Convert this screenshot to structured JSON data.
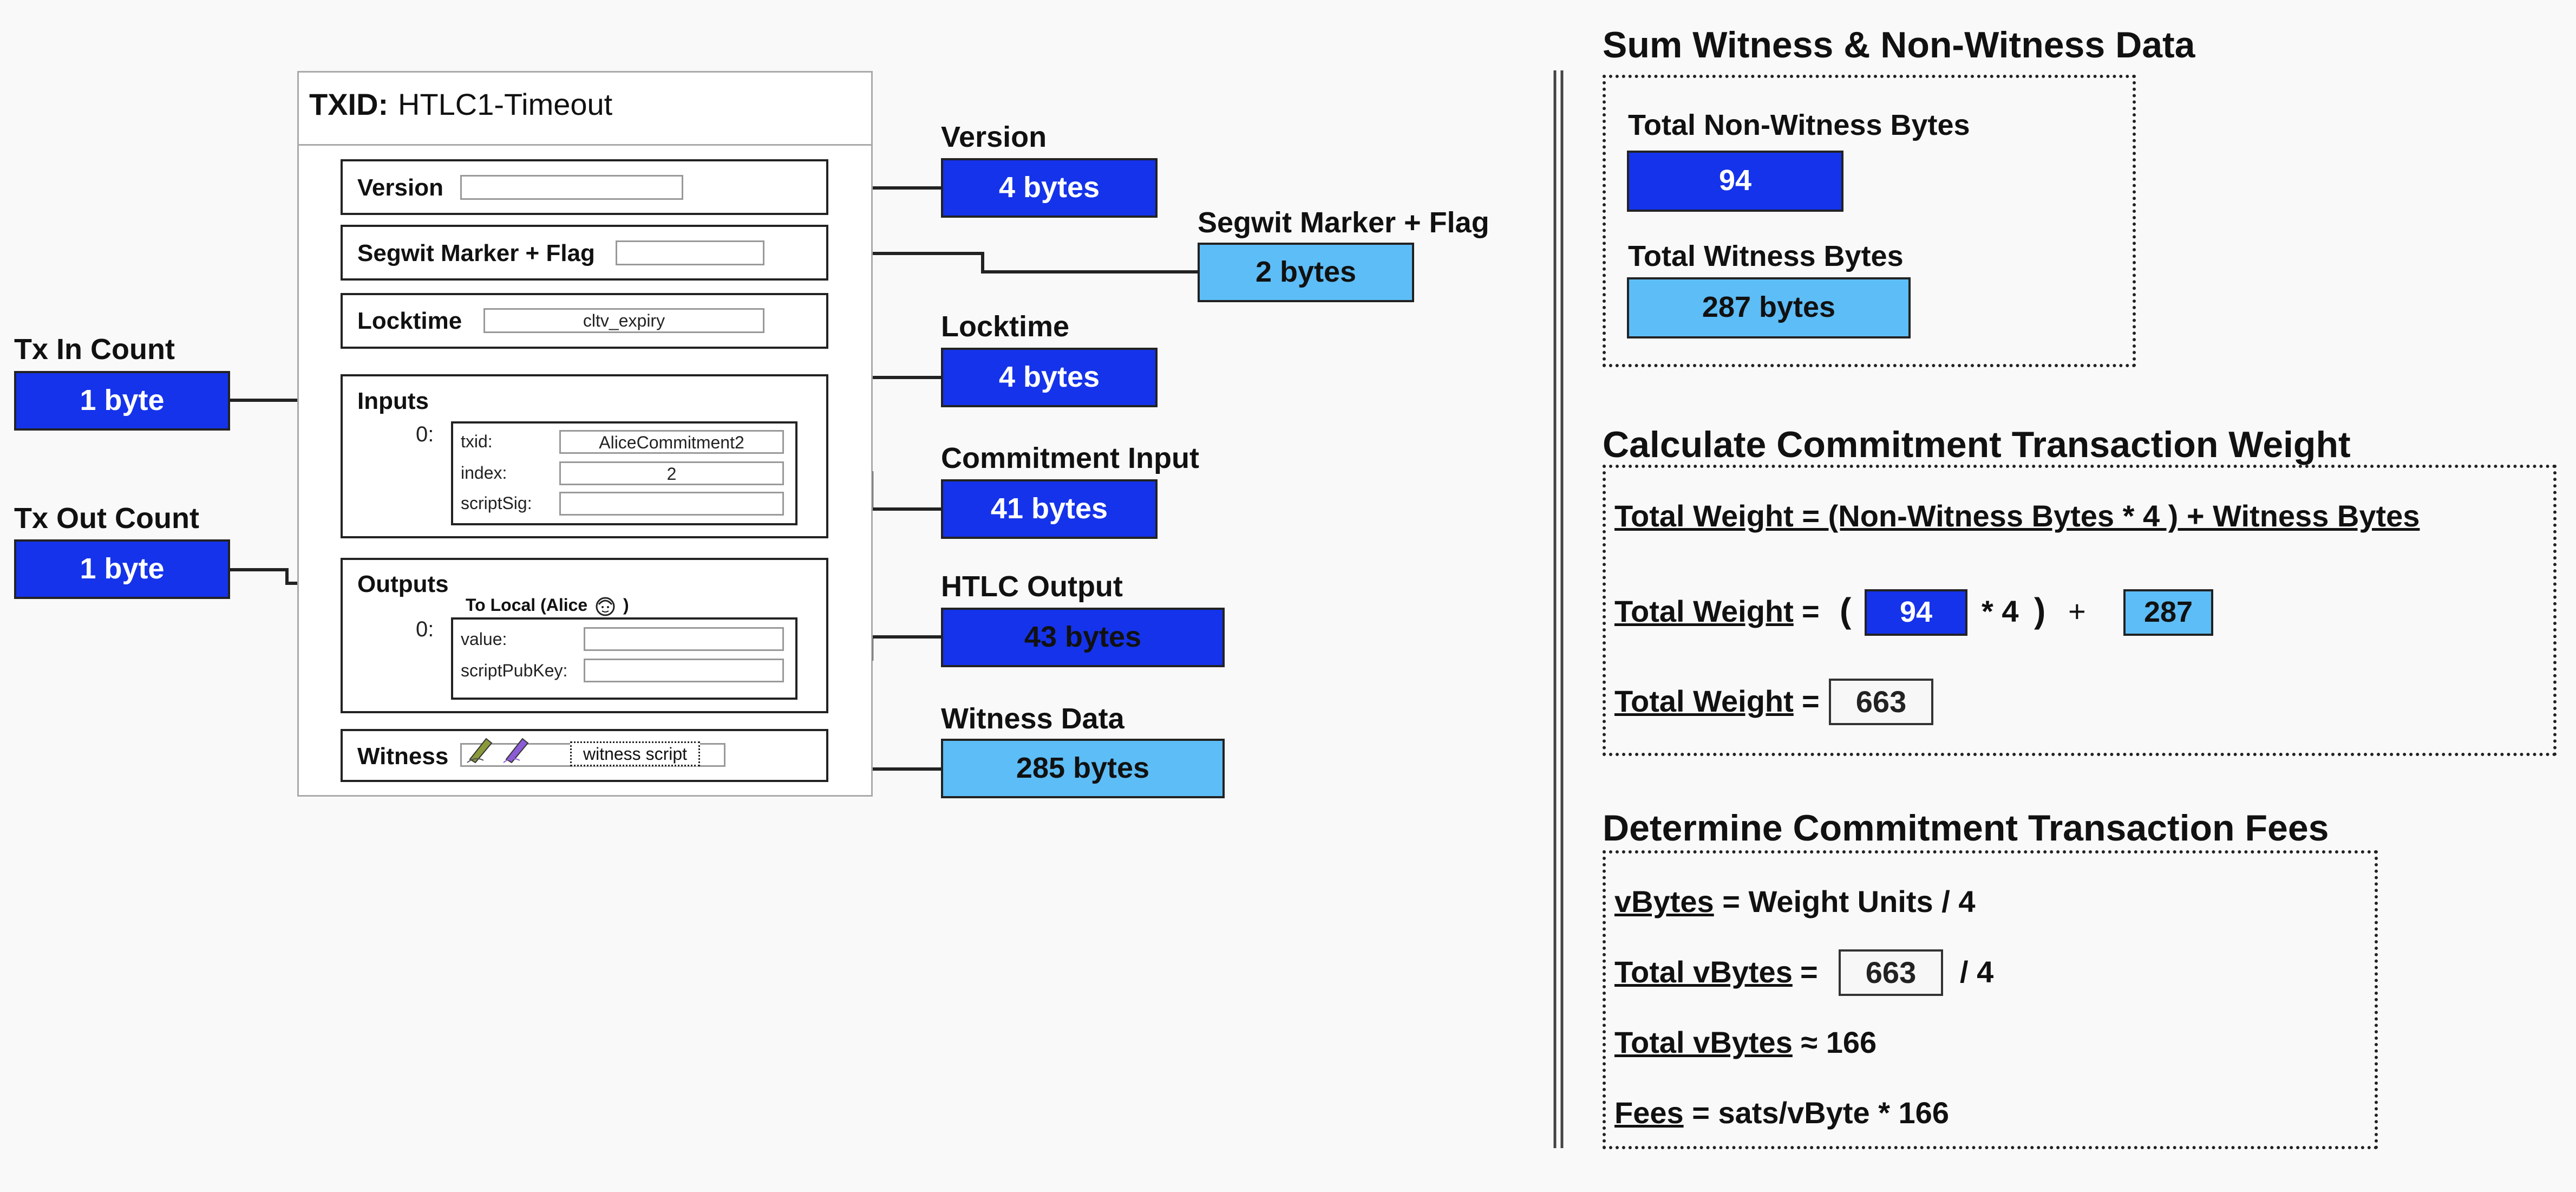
{
  "tx": {
    "txid_prefix": "TXID:",
    "txid_value": "HTLC1-Timeout",
    "version_label": "Version",
    "segwit_label": "Segwit Marker + Flag",
    "locktime_label": "Locktime",
    "locktime_value": "cltv_expiry",
    "inputs_label": "Inputs",
    "inputs_index": "0:",
    "txid_field_label": "txid:",
    "txid_field_value": "AliceCommitment2",
    "index_field_label": "index:",
    "index_field_value": "2",
    "scriptsig_label": "scriptSig:",
    "outputs_label": "Outputs",
    "to_local_label": "To Local (Alice",
    "to_local_close": ")",
    "outputs_index": "0:",
    "value_label": "value:",
    "scriptpubkey_label": "scriptPubKey:",
    "witness_label": "Witness",
    "witness_script": "witness script"
  },
  "left": {
    "tx_in_count_label": "Tx In Count",
    "tx_in_count_value": "1 byte",
    "tx_out_count_label": "Tx Out Count",
    "tx_out_count_value": "1 byte"
  },
  "right_fields": {
    "version_label": "Version",
    "version_value": "4 bytes",
    "segwit_label": "Segwit Marker + Flag",
    "segwit_value": "2 bytes",
    "locktime_label": "Locktime",
    "locktime_value": "4 bytes",
    "commitment_input_label": "Commitment Input",
    "commitment_input_value": "41 bytes",
    "htlc_output_label": "HTLC Output",
    "htlc_output_value": "43 bytes",
    "witness_data_label": "Witness Data",
    "witness_data_value": "285 bytes"
  },
  "sum": {
    "title": "Sum Witness & Non-Witness Data",
    "non_witness_label": "Total Non-Witness Bytes",
    "non_witness_value": "94",
    "witness_label": "Total Witness Bytes",
    "witness_value": "287 bytes"
  },
  "weight": {
    "title": "Calculate Commitment Transaction Weight",
    "formula": "Total Weight = (Non-Witness Bytes * 4 ) + Witness Bytes",
    "line2_label": "Total Weight",
    "line2_eq": "=",
    "open_paren": "(",
    "non_witness": "94",
    "times_four": "* 4",
    "close_paren": ")",
    "plus": "+",
    "witness": "287",
    "line3_label": "Total Weight",
    "line3_eq": "=",
    "result": "663"
  },
  "fees": {
    "title": "Determine Commitment Transaction Fees",
    "vbytes_label": "vBytes",
    "vbytes_rest": "= Weight Units / 4",
    "total_vbytes_label": "Total vBytes",
    "total_vbytes_eq": "=",
    "total_vbytes_value": "663",
    "total_vbytes_div": "/ 4",
    "approx_label": "Total vBytes",
    "approx_rest": "≈ 166",
    "fees_label": "Fees",
    "fees_rest": "= sats/vByte * 166"
  },
  "colors": {
    "dark_blue": "#1533ea",
    "light_blue": "#5dbdf6"
  }
}
